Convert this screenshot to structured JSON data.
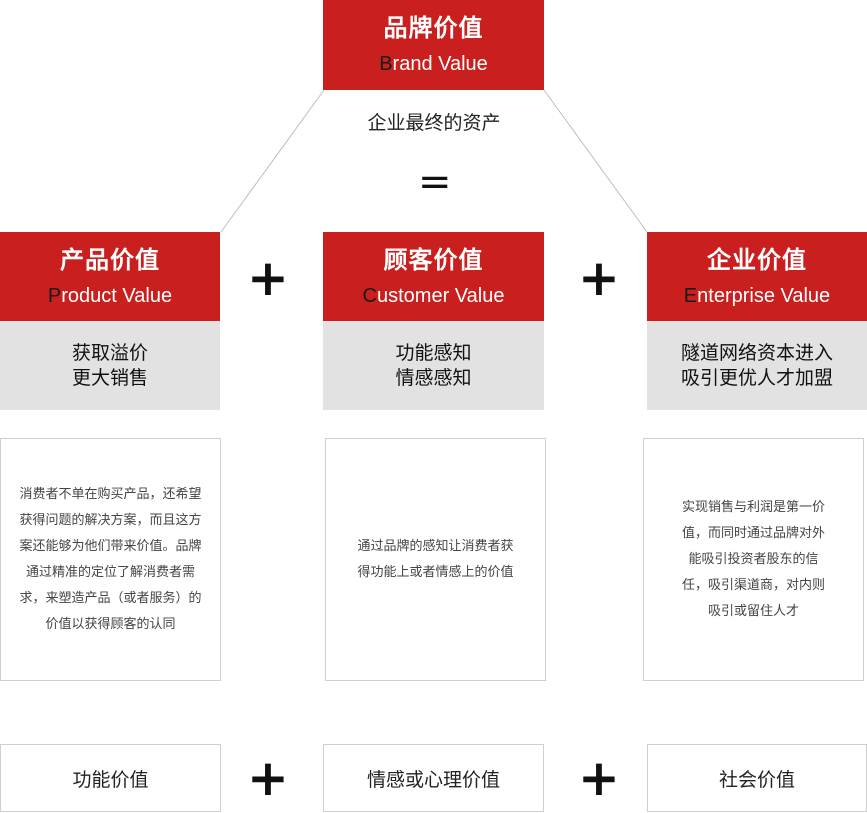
{
  "top": {
    "title": "品牌价值",
    "en_initial": "B",
    "en_rest": "rand Value",
    "subtitle": "企业最终的资产",
    "equals": "="
  },
  "columns": [
    {
      "title": "产品价值",
      "en_initial": "P",
      "en_rest": "roduct Value",
      "benefit_line1": "获取溢价",
      "benefit_line2": "更大销售",
      "description": "消费者不单在购买产品，还希望获得问题的解决方案，而且这方案还能够为他们带来价值。品牌通过精准的定位了解消费者需求，来塑造产品（或者服务）的价值以获得顾客的认同",
      "footer": "功能价值"
    },
    {
      "title": "顾客价值",
      "en_initial": "C",
      "en_rest": "ustomer Value",
      "benefit_line1": "功能感知",
      "benefit_line2": "情感感知",
      "description": "通过品牌的感知让消费者获得功能上或者情感上的价值",
      "footer": "情感或心理价值"
    },
    {
      "title": "企业价值",
      "en_initial": "E",
      "en_rest": "nterprise Value",
      "benefit_line1": "隧道网络资本进入",
      "benefit_line2": "吸引更优人才加盟",
      "description": "实现销售与利润是第一价值，而同时通过品牌对外能吸引投资者股东的信任，吸引渠道商，对内则吸引或留住人才",
      "footer": "社会价值"
    }
  ],
  "operators": {
    "plus": "+"
  },
  "colors": {
    "accent": "#c9201f",
    "grey": "#e2e2e2"
  }
}
